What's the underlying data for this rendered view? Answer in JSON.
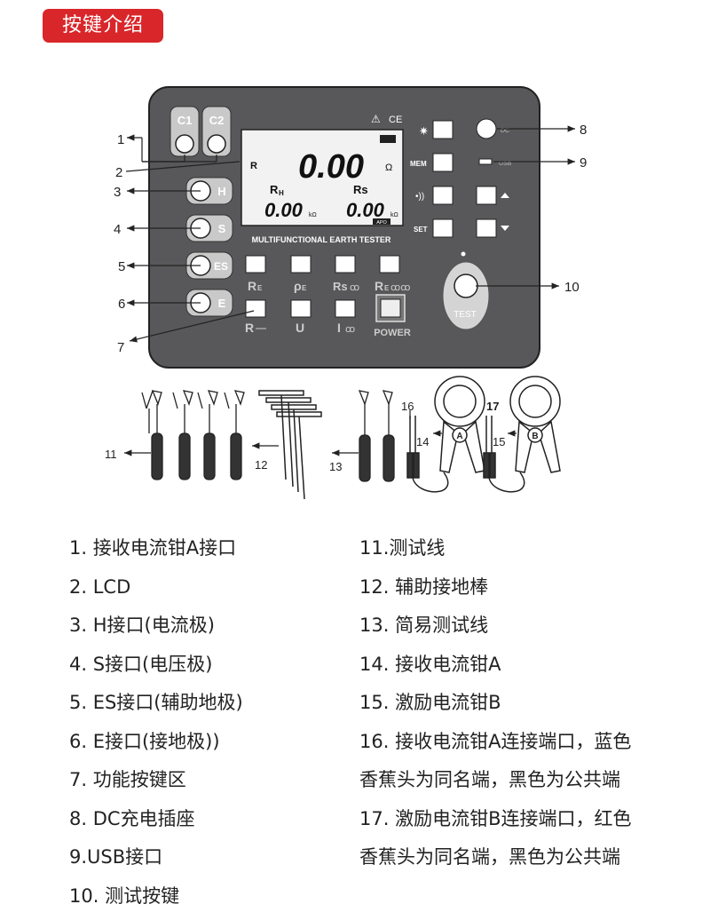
{
  "header": {
    "title": "按键介绍"
  },
  "device": {
    "port_labels": [
      "C1",
      "C2",
      "H",
      "S",
      "ES",
      "E"
    ],
    "lcd": {
      "main_label": "R",
      "main_value": "0.00",
      "main_unit": "Ω",
      "rh_label": "R",
      "rh_sub": "H",
      "rh_value": "0.00",
      "rs_label": "Rs",
      "rs_value": "0.00",
      "small_unit": "kΩ",
      "apo": "APO"
    },
    "model_text": "MULTIFUNCTIONAL EARTH TESTER",
    "mem_label": "MEM",
    "set_label": "SET",
    "dc_label": "DC",
    "usb_label": "USB",
    "func_labels": [
      "R",
      "ρ",
      "Rs",
      "R",
      "R",
      "U",
      "I"
    ],
    "func_subs": [
      "E",
      "E",
      "",
      "E"
    ],
    "power_label": "POWER",
    "test_label": "TEST",
    "clamp_a": "A",
    "clamp_b": "B"
  },
  "callouts": [
    "1",
    "2",
    "3",
    "4",
    "5",
    "6",
    "7",
    "8",
    "9",
    "10",
    "11",
    "12",
    "13",
    "14",
    "15",
    "16",
    "17"
  ],
  "legend": {
    "left": [
      "1. 接收电流钳A接口",
      "2. LCD",
      "3. H接口(电流极)",
      "4. S接口(电压极)",
      "5. ES接口(辅助地极)",
      "6. E接口(接地极))",
      "7. 功能按键区",
      "8. DC充电插座",
      "9.USB接口",
      "10. 测试按键"
    ],
    "right": [
      "11.测试线",
      "12. 辅助接地棒",
      "13. 简易测试线",
      "14. 接收电流钳A",
      "15. 激励电流钳B",
      "16. 接收电流钳A连接端口，蓝色",
      "香蕉头为同名端，黑色为公共端",
      "17. 激励电流钳B连接端口，红色",
      "香蕉头为同名端，黑色为公共端"
    ]
  },
  "colors": {
    "accent": "#d9262a",
    "panel": "#5a5a5c",
    "lcd": "#f2f2f2",
    "button": "#bfbfbf"
  }
}
